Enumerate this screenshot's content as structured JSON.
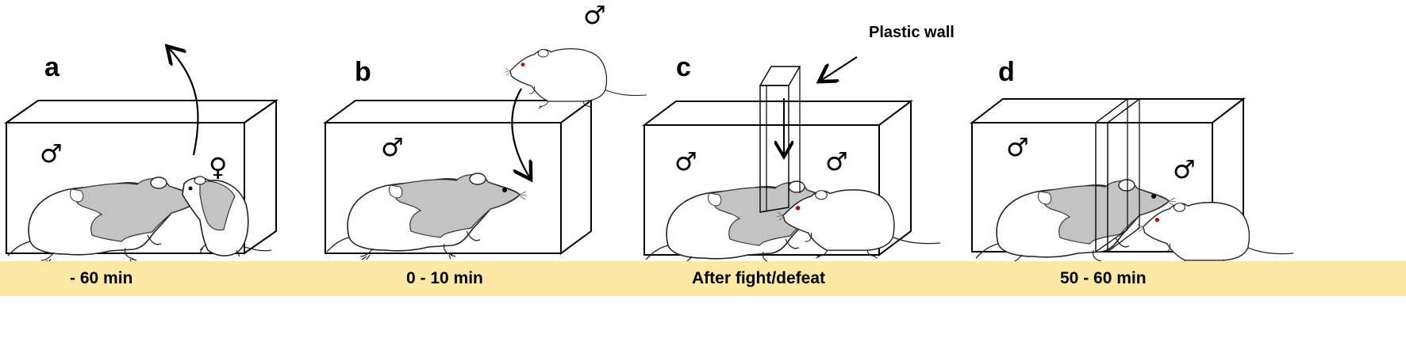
{
  "panels": [
    {
      "id": "a",
      "letter": "a",
      "time": "- 60 min"
    },
    {
      "id": "b",
      "letter": "b",
      "time": "0 - 10 min"
    },
    {
      "id": "c",
      "letter": "c",
      "time": "After fight/defeat"
    },
    {
      "id": "d",
      "letter": "d",
      "time": "50 - 60 min"
    }
  ],
  "annotations": {
    "plastic_wall": "Plastic wall",
    "male_symbol": "♂",
    "female_symbol": "♀"
  },
  "colors": {
    "timeline_band": "#fde8a6",
    "rat_patch": "#c3c3c3",
    "rat_eye_resident": "#000000",
    "rat_eye_intruder": "#c00000"
  }
}
